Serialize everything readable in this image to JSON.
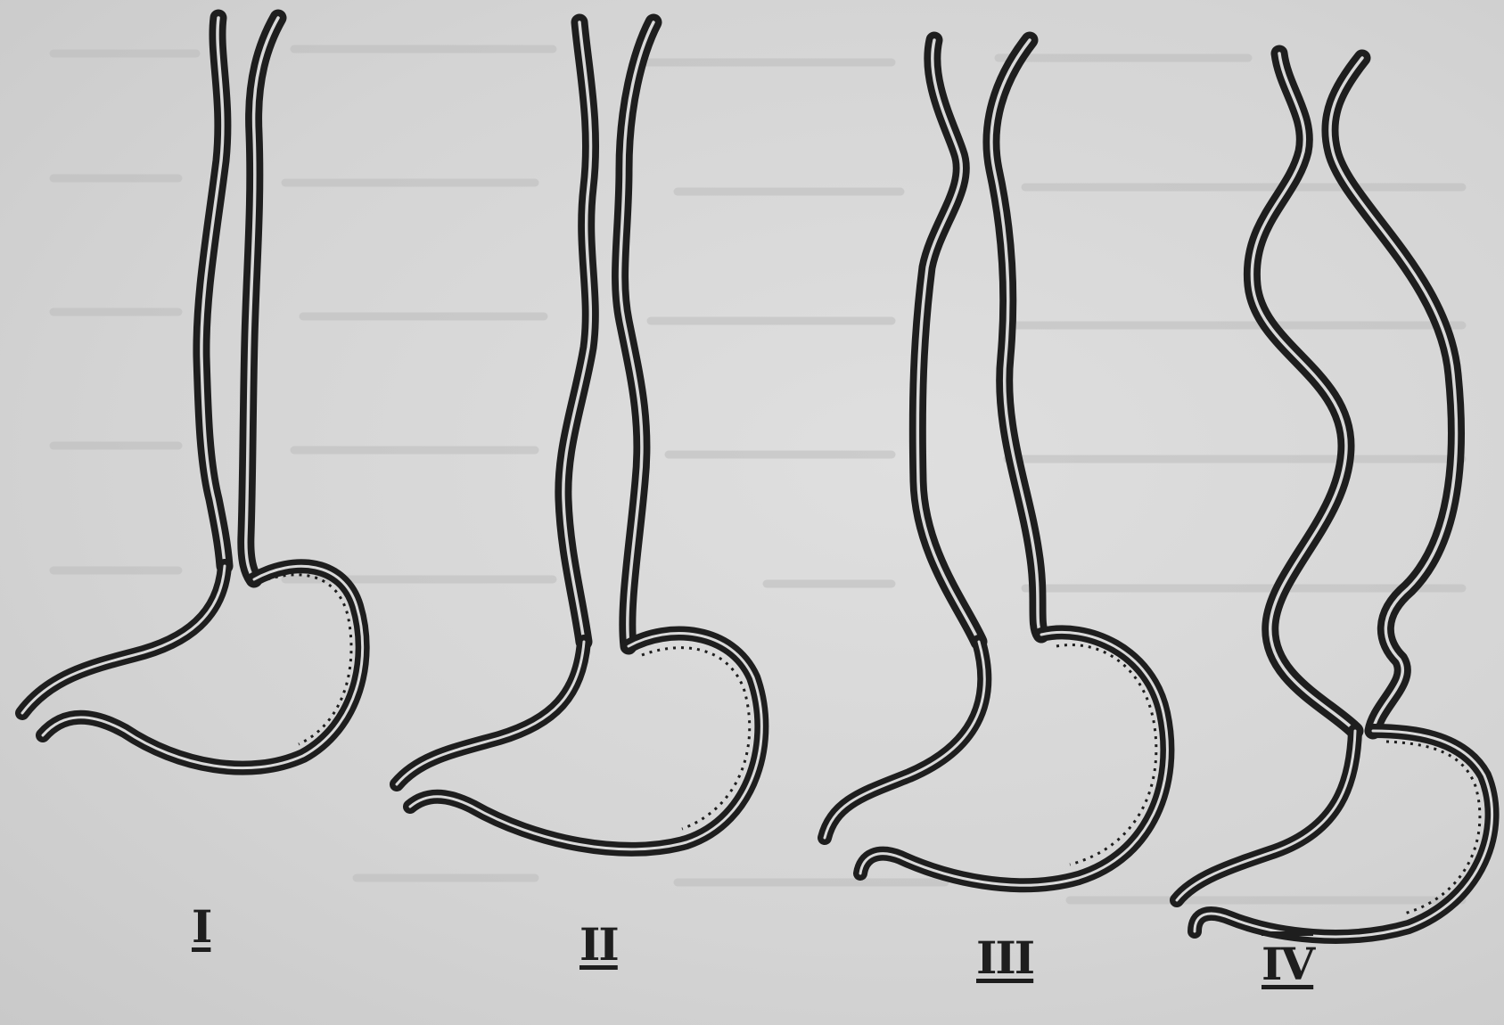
{
  "figure": {
    "panels": [
      {
        "label": "I"
      },
      {
        "label": "II"
      },
      {
        "label": "III"
      },
      {
        "label": "IV"
      }
    ],
    "colors": {
      "ink": "#1e1e1e",
      "paper": "#d6d6d6"
    }
  }
}
